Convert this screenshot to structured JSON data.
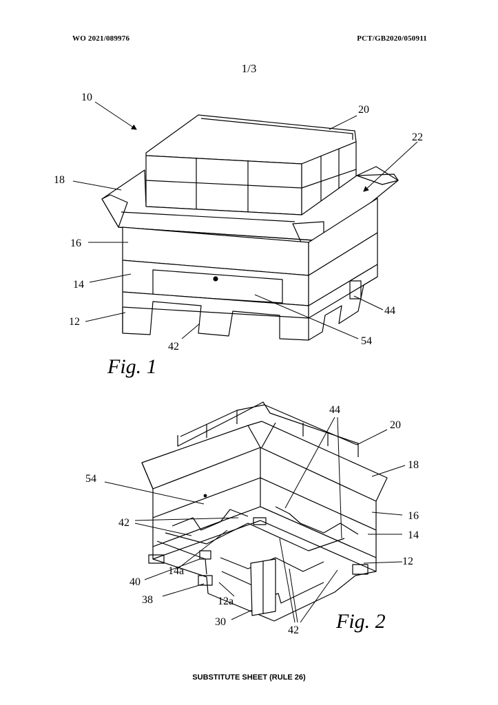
{
  "header": {
    "publication_number": "WO 2021/089976",
    "application_number": "PCT/GB2020/050911"
  },
  "sheet": "1/3",
  "figures": [
    {
      "label": "Fig. 1",
      "reference_numerals": [
        "10",
        "20",
        "22",
        "18",
        "16",
        "14",
        "12",
        "42",
        "44",
        "54"
      ]
    },
    {
      "label": "Fig. 2",
      "reference_numerals": [
        "44",
        "20",
        "18",
        "54",
        "16",
        "42",
        "14",
        "12",
        "14a",
        "40",
        "38",
        "12a",
        "30",
        "42"
      ]
    }
  ],
  "footer": "SUBSTITUTE SHEET (RULE 26)"
}
